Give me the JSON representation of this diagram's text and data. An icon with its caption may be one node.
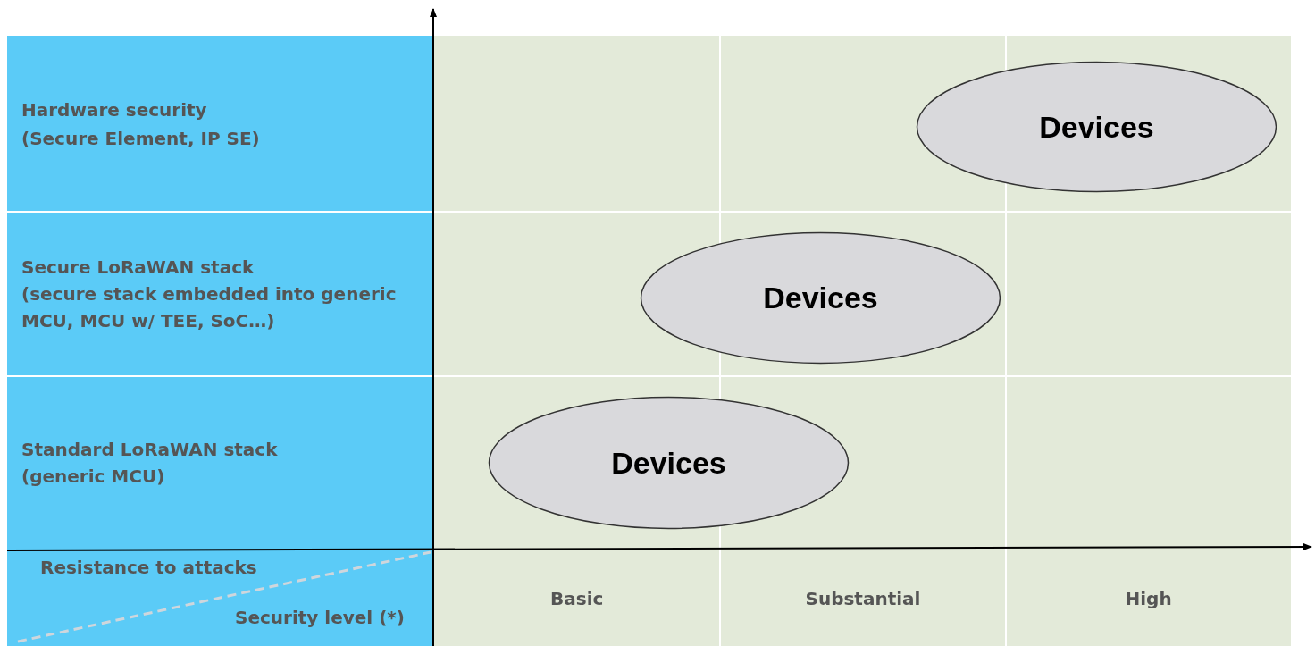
{
  "diagram": {
    "nodes": [
      {
        "text": [
          "Devices"
        ]
      },
      {
        "text": [
          "Devices"
        ]
      },
      {
        "text": [
          "Devices"
        ]
      }
    ],
    "labels": [
      "Hardware security",
      "(Secure Element, IP SE)",
      "Secure LoRaWAN stack",
      "(secure stack embedded into generic MCU, MCU w/ TEE, SoC…)",
      "Standard LoRaWAN stack",
      "(generic MCU)",
      "Resistance to attacks",
      "Security level (*)",
      "Basic",
      "Substantial",
      "High"
    ]
  }
}
